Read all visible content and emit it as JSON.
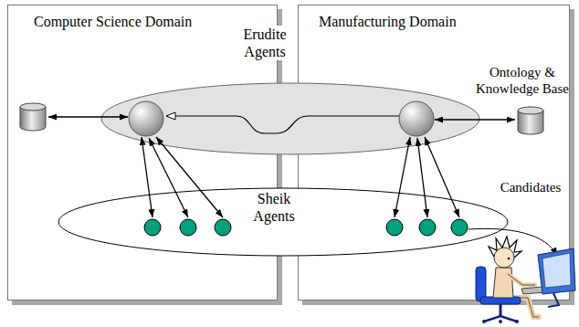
{
  "diagram": {
    "nodes": [
      {
        "text": [
          "Computer Science Domain"
        ]
      },
      {
        "text": [
          "Manufacturing Domain"
        ]
      },
      {
        "text": [
          "Erudite Agents"
        ]
      },
      {
        "text": [
          "Sheik Agents"
        ]
      }
    ],
    "labels": [
      "Ontology & Knowledge Base",
      "Candidates"
    ]
  }
}
